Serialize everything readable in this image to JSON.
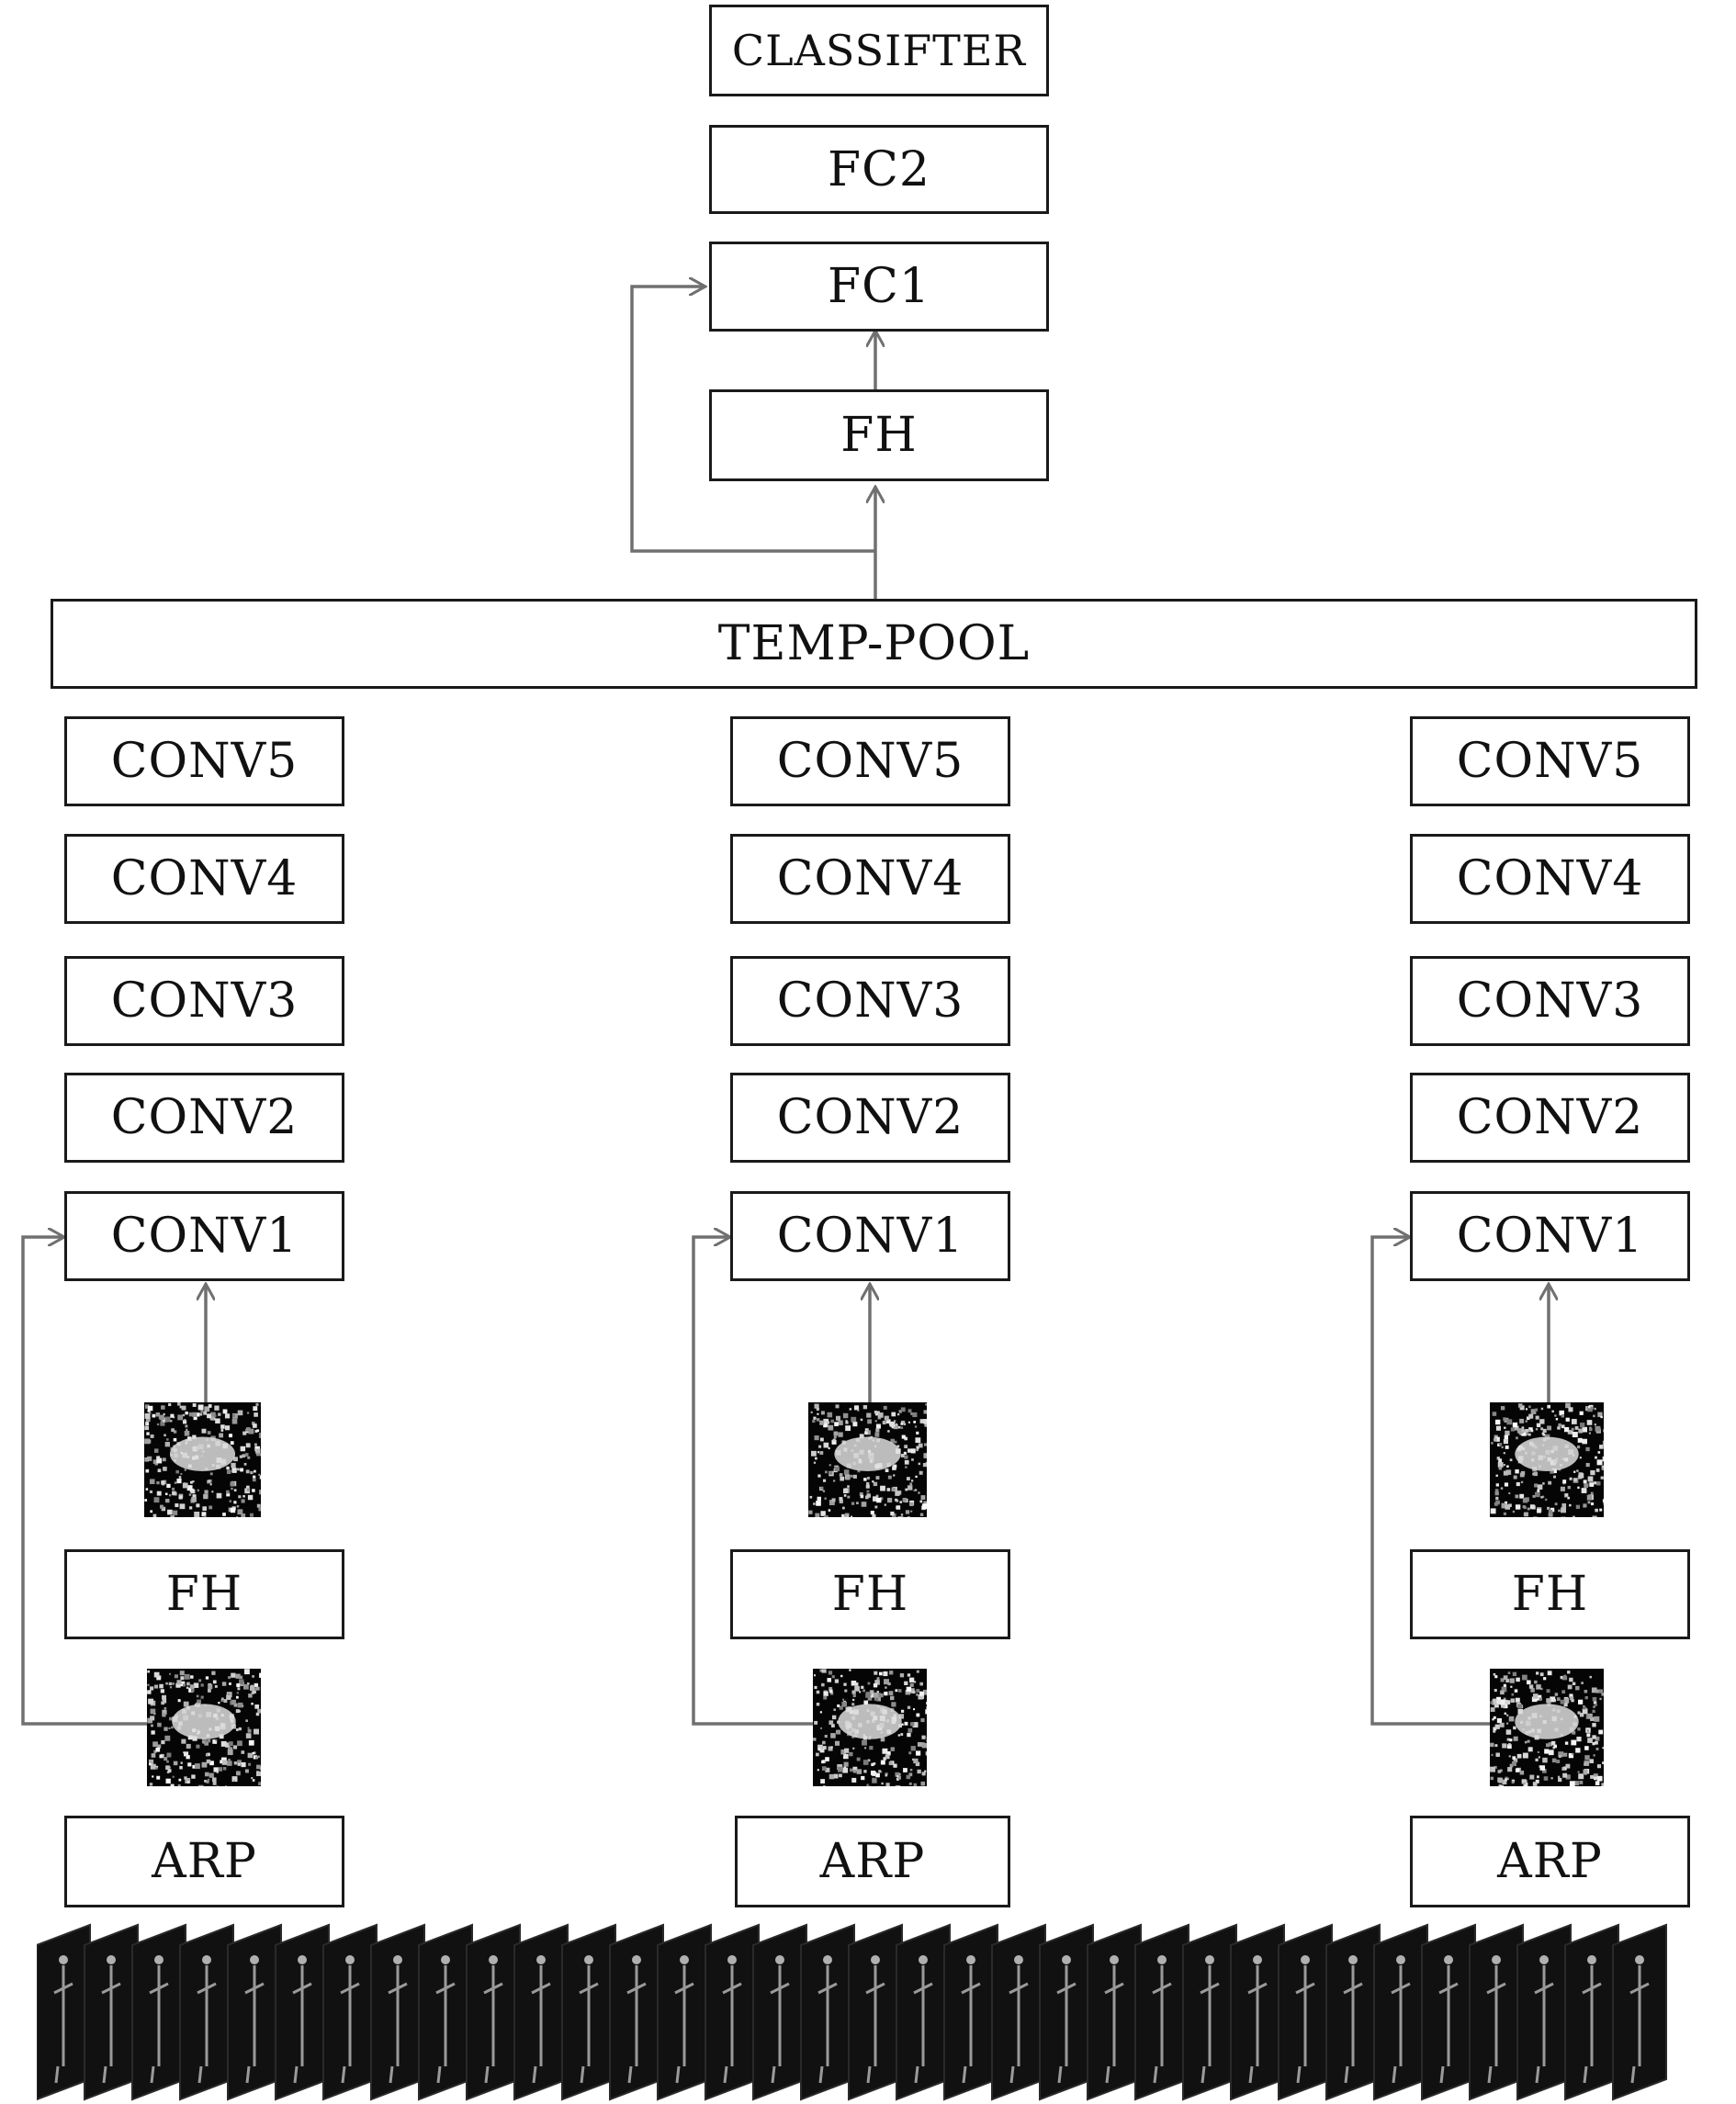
{
  "head": {
    "classifier": "CLASSIFTER",
    "fc2": "FC2",
    "fc1": "FC1",
    "fh": "FH"
  },
  "temp_pool": "TEMP-POOL",
  "branches": [
    {
      "conv5": "CONV5",
      "conv4": "CONV4",
      "conv3": "CONV3",
      "conv2": "CONV2",
      "conv1": "CONV1",
      "fh": "FH",
      "arp": "ARP"
    },
    {
      "conv5": "CONV5",
      "conv4": "CONV4",
      "conv3": "CONV3",
      "conv2": "CONV2",
      "conv1": "CONV1",
      "fh": "FH",
      "arp": "ARP"
    },
    {
      "conv5": "CONV5",
      "conv4": "CONV4",
      "conv3": "CONV3",
      "conv2": "CONV2",
      "conv1": "CONV1",
      "fh": "FH",
      "arp": "ARP"
    }
  ],
  "colors": {
    "box_border": "#1a1a1a",
    "arrow": "#707070",
    "frame_bg": "#111111"
  }
}
